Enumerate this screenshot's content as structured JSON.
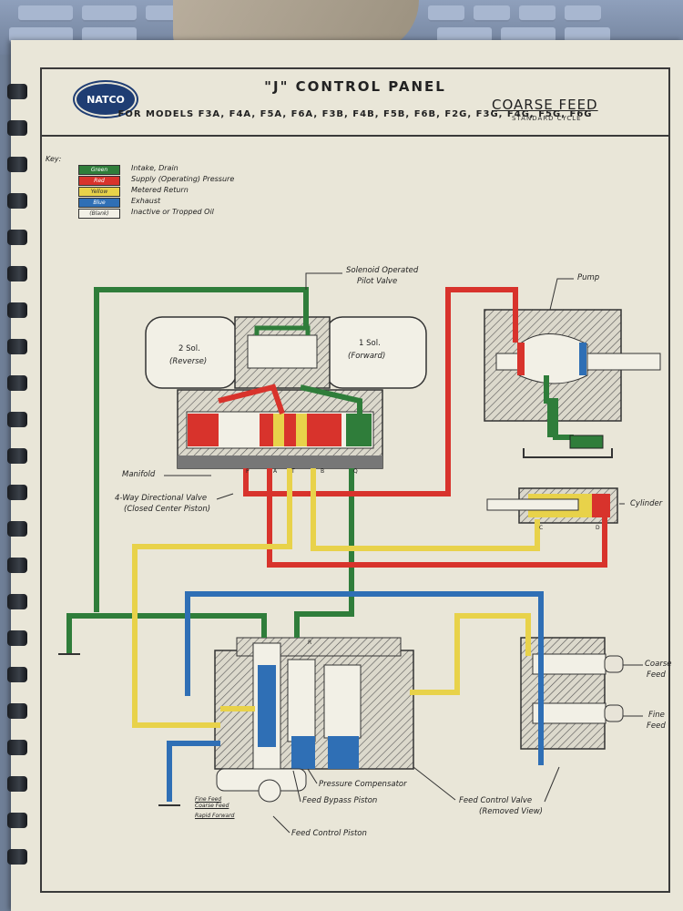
{
  "panel_title": "\"J\" CONTROL PANEL",
  "models": "FOR MODELS F3A, F4A, F5A, F6A, F3B, F4B, F5B, F6B, F2G, F3G, F4G, F5G, F6G",
  "logo_text": "NATCO",
  "cycle_title": "COARSE FEED",
  "cycle_subtitle": "STANDARD CYCLE",
  "key_label": "Key:",
  "key": [
    {
      "swatch": "Green",
      "desc": "Intake, Drain",
      "color": "#2f7d3a"
    },
    {
      "swatch": "Red",
      "desc": "Supply (Operating) Pressure",
      "color": "#d8332c"
    },
    {
      "swatch": "Yellow",
      "desc": "Metered Return",
      "color": "#e8d24a"
    },
    {
      "swatch": "Blue",
      "desc": "Exhaust",
      "color": "#2f6fb5"
    },
    {
      "swatch": "(Blank)",
      "desc": "Inactive or Tropped Oil",
      "color": "#f2f0e6"
    }
  ],
  "labels": {
    "solenoid": "Solenoid Operated",
    "pilot_valve": "Pilot Valve",
    "pump": "Pump",
    "sol2": "2 Sol.",
    "reverse": "(Reverse)",
    "sol1": "1 Sol.",
    "forward": "(Forward)",
    "manifold": "Manifold",
    "dir_valve": "4-Way Directional Valve",
    "closed_center": "(Closed Center Piston)",
    "cylinder": "Cylinder",
    "coarse_feed": "Coarse",
    "coarse_feed2": "Feed",
    "fine_feed": "Fine",
    "fine_feed2": "Feed",
    "pressure_comp": "Pressure Compensator",
    "feed_bypass": "Feed Bypass Piston",
    "feed_control_valve": "Feed Control Valve",
    "removed_view": "(Removed View)",
    "feed_control_piston": "Feed Control Piston",
    "fine_feed_small": "Fine Feed",
    "coarse_feed_small": "Coarse Feed",
    "rapid_forward": "Rapid Forward",
    "port_p": "P",
    "port_a": "A",
    "port_t": "T",
    "port_b": "B",
    "port_q": "Q",
    "port_c": "C",
    "port_d": "D",
    "port_r": "R"
  }
}
